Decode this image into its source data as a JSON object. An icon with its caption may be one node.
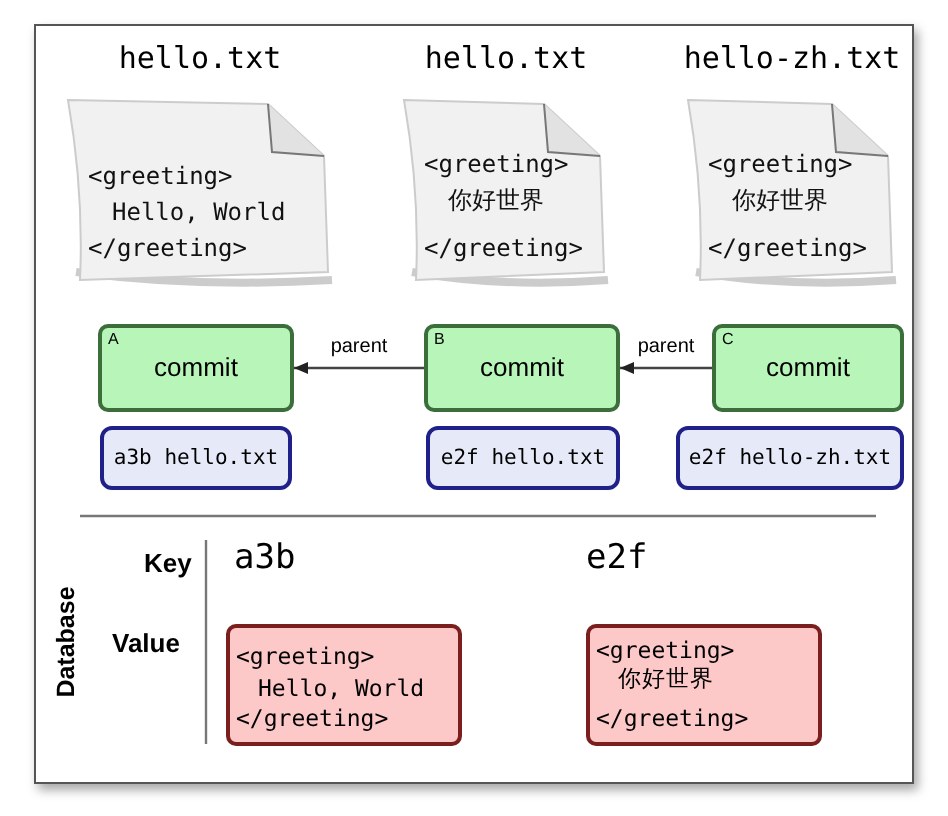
{
  "diagram": {
    "nodes": [
      {
        "text": [
          "hello.txt",
          "<greeting>",
          "Hello, World",
          "</greeting>"
        ]
      },
      {
        "text": [
          "hello.txt",
          "<greeting>",
          "你好世界",
          "</greeting>"
        ]
      },
      {
        "text": [
          "hello-zh.txt",
          "<greeting>",
          "你好世界",
          "</greeting>"
        ]
      },
      {
        "text": [
          "A",
          "commit"
        ]
      },
      {
        "text": [
          "B",
          "commit"
        ]
      },
      {
        "text": [
          "C",
          "commit"
        ]
      },
      {
        "text": [
          "a3b hello.txt"
        ]
      },
      {
        "text": [
          "e2f hello.txt"
        ]
      },
      {
        "text": [
          "e2f hello-zh.txt"
        ]
      },
      {
        "text": [
          "<greeting>",
          "Hello, World",
          "</greeting>"
        ]
      },
      {
        "text": [
          "<greeting>",
          "你好世界",
          "</greeting>"
        ]
      }
    ],
    "edges": [
      {
        "from": 4,
        "to": 3,
        "arrow": "to",
        "label": "parent"
      },
      {
        "from": 5,
        "to": 4,
        "arrow": "to",
        "label": "parent"
      }
    ],
    "labels": [
      "Key",
      "a3b",
      "e2f",
      "Database",
      "Value"
    ]
  }
}
